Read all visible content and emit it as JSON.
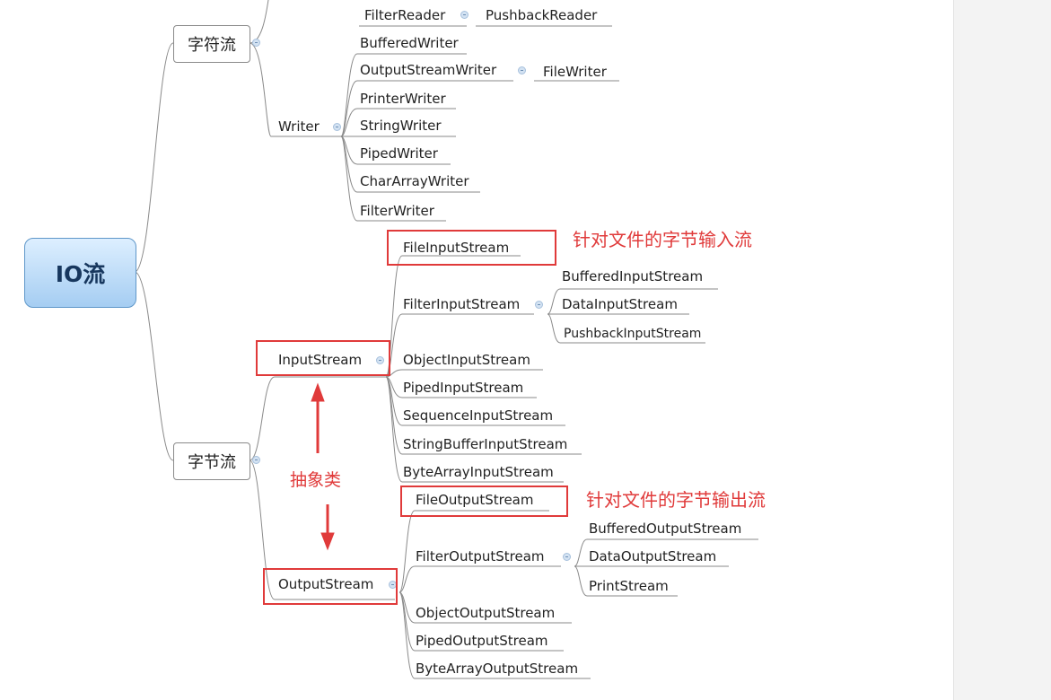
{
  "root": {
    "label": "IO流"
  },
  "char_stream": {
    "label": "字符流",
    "reader_partial": {
      "filter_reader": "FilterReader",
      "pushback_reader": "PushbackReader"
    },
    "writer": {
      "label": "Writer",
      "children": [
        "BufferedWriter",
        "OutputStreamWriter",
        "PrinterWriter",
        "StringWriter",
        "PipedWriter",
        "CharArrayWriter",
        "FilterWriter"
      ],
      "output_stream_writer_child": "FileWriter"
    }
  },
  "byte_stream": {
    "label": "字节流",
    "input_stream": {
      "label": "InputStream",
      "children": [
        "FileInputStream",
        "FilterInputStream",
        "ObjectInputStream",
        "PipedInputStream",
        "SequenceInputStream",
        "StringBufferInputStream",
        "ByteArrayInputStream"
      ],
      "filter_children": [
        "BufferedInputStream",
        "DataInputStream",
        "PushbackInputStream"
      ]
    },
    "output_stream": {
      "label": "OutputStream",
      "children": [
        "FileOutputStream",
        "FilterOutputStream",
        "ObjectOutputStream",
        "PipedOutputStream",
        "ByteArrayOutputStream"
      ],
      "filter_children": [
        "BufferedOutputStream",
        "DataOutputStream",
        "PrintStream"
      ]
    }
  },
  "annotations": {
    "file_input_note": "针对文件的字节输入流",
    "file_output_note": "针对文件的字节输出流",
    "abstract_note": "抽象类"
  },
  "colors": {
    "highlight": "#e03a3a",
    "root_fill": "#a5cdf2",
    "line": "#8a8a8a"
  }
}
